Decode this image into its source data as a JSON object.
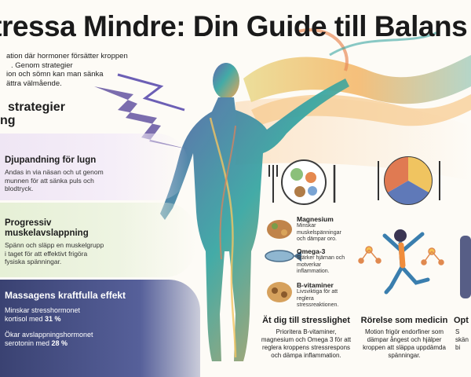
{
  "title": "Stressa Mindre: Din Guide till Balans i Vardagen",
  "intro": [
    "ation där hormoner försätter kroppen",
    ". Genom strategier",
    "ion och sömn kan man sänka",
    "ättra välmående."
  ],
  "strategies_heading": [
    "strategier",
    "ng"
  ],
  "breathing": {
    "title": "Djupandning för lugn",
    "body": [
      "Andas in via näsan och ut genom",
      "munnen för att sänka puls och",
      "blodtryck."
    ]
  },
  "relaxation": {
    "title": [
      "Progressiv",
      "muskelavslappning"
    ],
    "body": [
      "Spänn och släpp en muskelgrupp",
      "i taget för att effektivt frigöra",
      "fysiska spänningar."
    ]
  },
  "massage": {
    "title": "Massagens kraftfulla effekt",
    "line1_pre": "Minskar stresshormonet",
    "line1_sub": "kortisol med ",
    "line1_val": "31 %",
    "line2_pre": "Ökar avslappningshormonet",
    "line2_sub": "serotonin med ",
    "line2_val": "28 %"
  },
  "nutrients": [
    {
      "name": "Magnesium",
      "desc": [
        "Minskar",
        "muskelspänningar",
        "och dämpar oro."
      ]
    },
    {
      "name": "Omega-3",
      "desc": [
        "Stärker hjärnan och",
        "motverkar",
        "inflammation."
      ]
    },
    {
      "name": "B-vitaminer",
      "desc": [
        "Livsviktiga för att",
        "reglera",
        "stressreaktionen."
      ]
    }
  ],
  "eat_section": {
    "title": "Ät dig till stresslighet",
    "body": [
      "Prioritera B-vitaminer,",
      "magnesium och Omega 3 för att",
      "reglera kroppens stressrespons",
      "och dämpa inflammation."
    ]
  },
  "move_section": {
    "title": "Rörelse som medicin",
    "body": [
      "Motion frigör endorfiner som",
      "dämpar ångest och hjälper",
      "kroppen att släppa uppdämda",
      "spänningar."
    ]
  },
  "right_partial": {
    "title": "Opt",
    "body": [
      "S",
      "skän",
      "bi"
    ]
  },
  "colors": {
    "band_purple": "#efe6f4",
    "band_green": "#e6f0d6",
    "band_navy": "#3a4272",
    "accent_orange": "#f1a04a",
    "accent_teal": "#3aa7a3"
  }
}
